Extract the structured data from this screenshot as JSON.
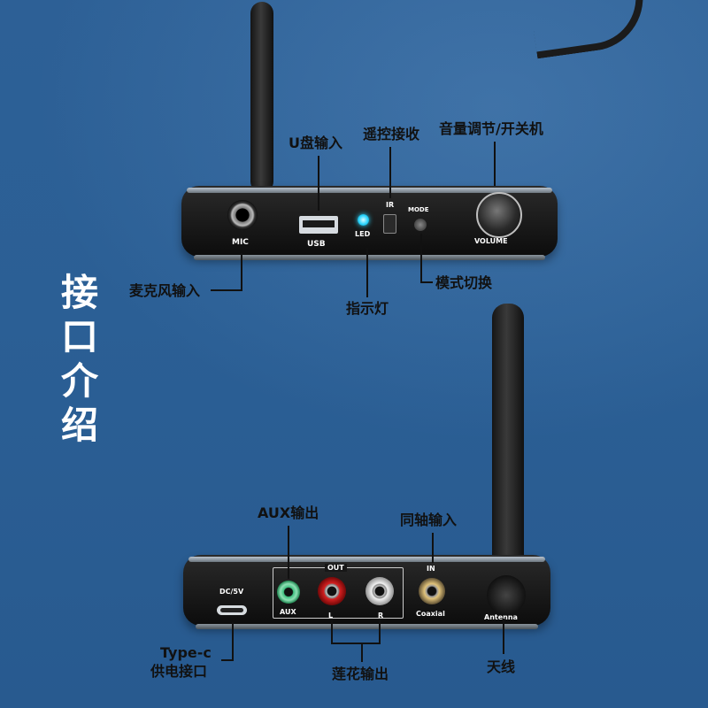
{
  "side_title": "接口介绍",
  "callouts": {
    "usb_input": "U盘输入",
    "ir_receiver": "遥控接收",
    "volume_power": "音量调节/开关机",
    "mic_input": "麦克风输入",
    "indicator_light": "指示灯",
    "mode_switch": "模式切换",
    "aux_output": "AUX输出",
    "coaxial_input": "同轴输入",
    "typec_line1": "Type-c",
    "typec_line2": "供电接口",
    "rca_output": "莲花输出",
    "antenna": "天线"
  },
  "front_panel": {
    "mic": "MIC",
    "usb": "USB",
    "led": "LED",
    "ir": "IR",
    "mode": "MODE",
    "volume": "VOLUME"
  },
  "back_panel": {
    "dc": "DC/5V",
    "out": "OUT",
    "aux": "AUX",
    "l": "L",
    "r": "R",
    "in": "IN",
    "coaxial": "Coaxial",
    "antenna": "Antenna"
  },
  "colors": {
    "background": "#2b5f95",
    "led": "#2ad6ff",
    "aux_jack": "#3fbf7f",
    "left_jack": "#d42020",
    "right_jack": "#f2f2f2"
  }
}
